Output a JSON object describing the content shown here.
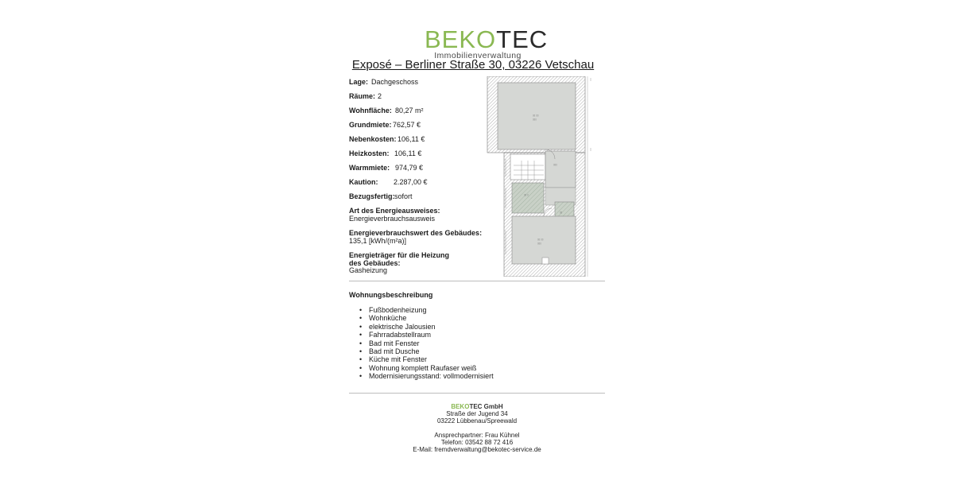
{
  "logo": {
    "word_green": "BEKO",
    "word_dark": "TEC",
    "subtitle": "Immobilienverwaltung",
    "colors": {
      "green": "#8ab852",
      "dark": "#2a2a2a"
    }
  },
  "title": "Exposé – Berliner Straße 30, 03226 Vetschau",
  "facts": [
    {
      "label": "Lage:",
      "value": "Dachgeschoss"
    },
    {
      "label": "Räume:",
      "value": "2"
    },
    {
      "label": "Wohnfläche:",
      "value": "80,27 m²"
    },
    {
      "label": "Grundmiete:",
      "value": "762,57 €"
    },
    {
      "label": "Nebenkosten:",
      "value": "106,11 €"
    },
    {
      "label": "Heizkosten:",
      "value": "106,11 €"
    },
    {
      "label": "Warmmiete:",
      "value": "974,79 €"
    },
    {
      "label": "Kaution:",
      "value": "2.287,00 €"
    },
    {
      "label": "Bezugsfertig:",
      "value": "sofort"
    }
  ],
  "energy": {
    "type_label": "Art des Energieausweises:",
    "type_value": "Energieverbrauchsausweis",
    "value_label": "Energieverbrauchswert des Gebäudes:",
    "value_value": "135,1 [kWh/(m²a)]",
    "carrier_label_1": "Energieträger für die Heizung",
    "carrier_label_2": "des Gebäudes:",
    "carrier_value": "Gasheizung"
  },
  "floorplan": {
    "alt": "Grundriss Dachgeschoss"
  },
  "description": {
    "title": "Wohnungsbeschreibung",
    "items": [
      "Fußbodenheizung",
      "Wohnküche",
      "elektrische Jalousien",
      "Fahrradabstellraum",
      "Bad mit Fenster",
      "Bad mit Dusche",
      "Küche mit Fenster",
      "Wohnung komplett Raufaser weiß",
      "Modernisierungsstand: vollmodernisiert"
    ]
  },
  "footer": {
    "company_green": "BEKO",
    "company_dark": "TEC GmbH",
    "street": "Straße der Jugend 34",
    "city": "03222 Lübbenau/Spreewald",
    "contact": "Ansprechpartner: Frau Kühnel",
    "phone": "Telefon: 03542 88 72 416",
    "email": "E-Mail: fremdverwaltung@bekotec-service.de"
  }
}
